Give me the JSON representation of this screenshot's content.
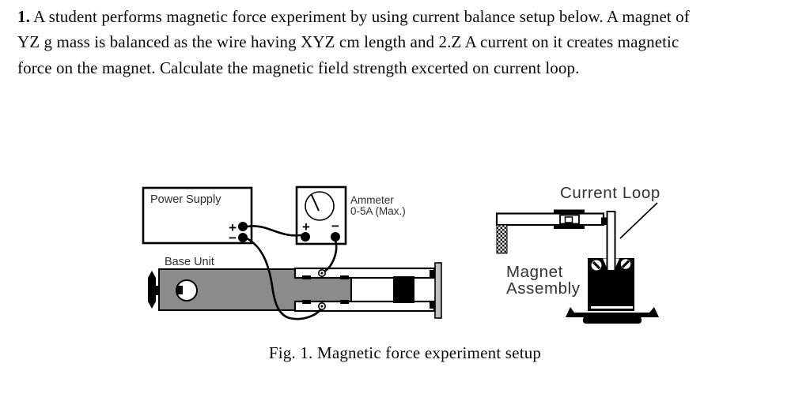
{
  "problem": {
    "number": "1.",
    "line1": " A student performs magnetic force experiment by using current balance setup below. A magnet of",
    "line2": "YZ g mass is balanced as the wire having XYZ cm length and 2.Z A current on it creates magnetic",
    "line3": "force on the magnet. Calculate the magnetic field strength excerted on current loop."
  },
  "figure": {
    "power_supply": {
      "label": "Power Supply",
      "plus": "+",
      "minus": "−"
    },
    "ammeter": {
      "label": "Ammeter",
      "range": "0-5A (Max.)",
      "plus": "+",
      "minus": "−"
    },
    "base_unit": {
      "label": "Base Unit"
    },
    "current_loop": {
      "label": "Current Loop"
    },
    "magnet_assembly": {
      "label_line1": "Magnet",
      "label_line2": "Assembly"
    },
    "caption": "Fig. 1. Magnetic force experiment setup"
  },
  "colors": {
    "ink": "#0a0a0a",
    "diagram_label": "#2e2e2e",
    "base_unit_gray": "#8b8b8b",
    "end_plate_gray": "#bfbfbf"
  }
}
